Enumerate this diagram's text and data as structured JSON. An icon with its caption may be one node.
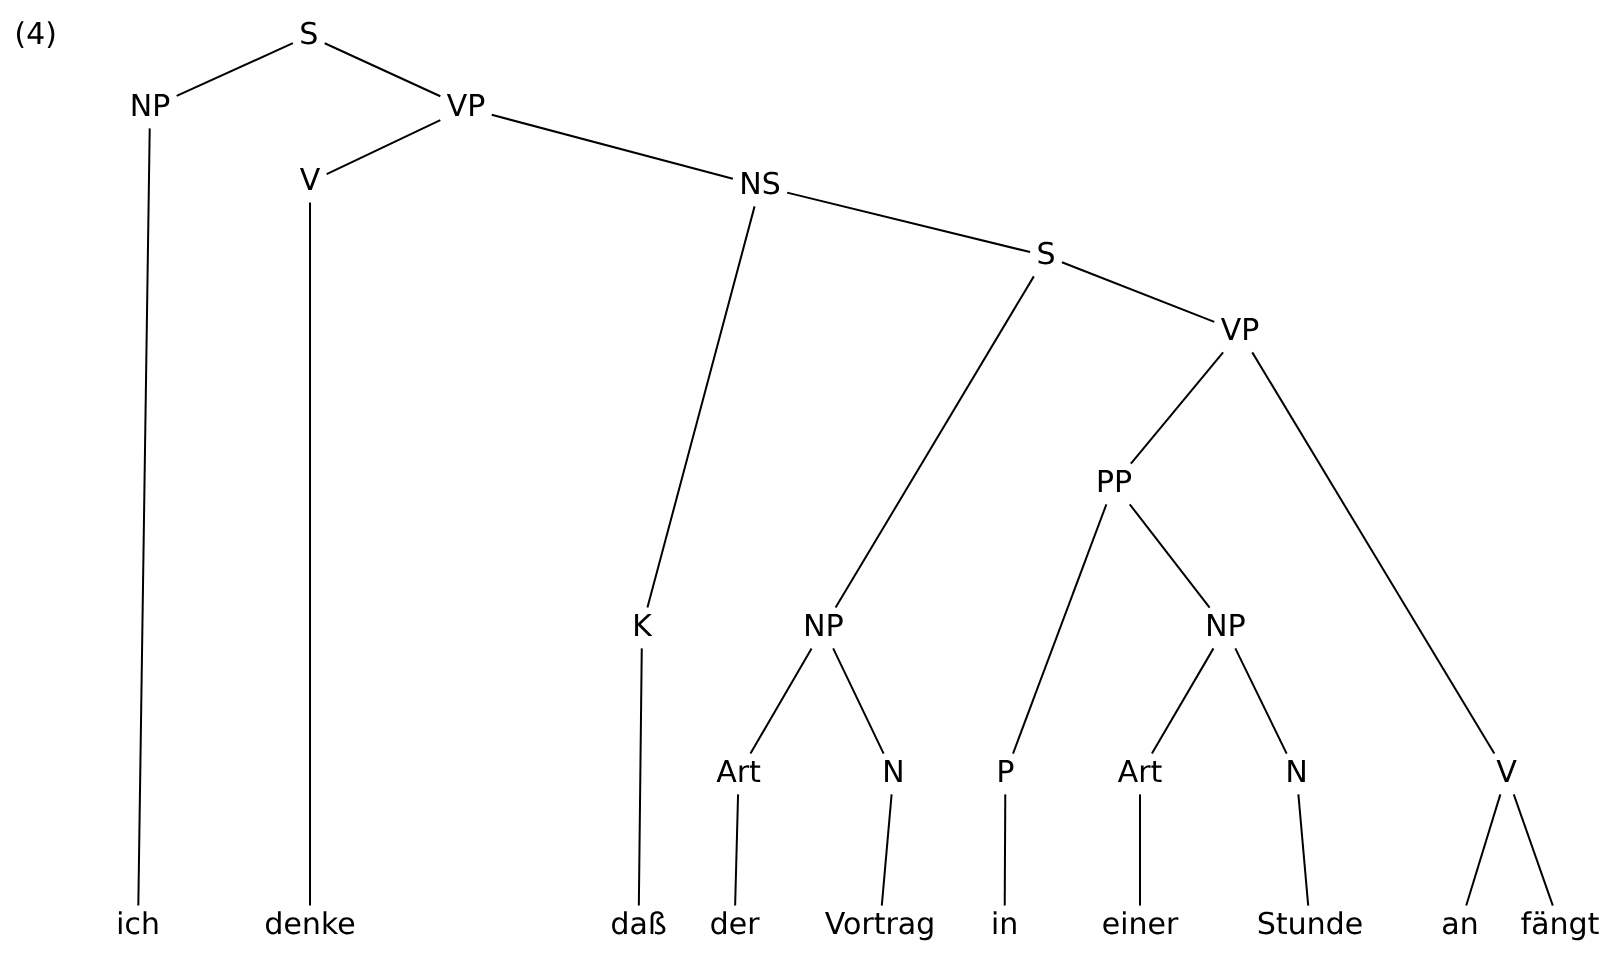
{
  "diagram": {
    "nodes": [
      {
        "text": [
          "S"
        ]
      },
      {
        "text": [
          "NP"
        ]
      },
      {
        "text": [
          "VP"
        ]
      },
      {
        "text": [
          "V"
        ]
      },
      {
        "text": [
          "NS"
        ]
      },
      {
        "text": [
          "S"
        ]
      },
      {
        "text": [
          "VP"
        ]
      },
      {
        "text": [
          "K"
        ]
      },
      {
        "text": [
          "NP"
        ]
      },
      {
        "text": [
          "PP"
        ]
      },
      {
        "text": [
          "NP"
        ]
      },
      {
        "text": [
          "Art"
        ]
      },
      {
        "text": [
          "N"
        ]
      },
      {
        "text": [
          "P"
        ]
      },
      {
        "text": [
          "Art"
        ]
      },
      {
        "text": [
          "N"
        ]
      },
      {
        "text": [
          "V"
        ]
      },
      {
        "text": [
          "ich"
        ]
      },
      {
        "text": [
          "denke"
        ]
      },
      {
        "text": [
          "daß"
        ]
      },
      {
        "text": [
          "der"
        ]
      },
      {
        "text": [
          "Vortrag"
        ]
      },
      {
        "text": [
          "in"
        ]
      },
      {
        "text": [
          "einer"
        ]
      },
      {
        "text": [
          "Stunde"
        ]
      },
      {
        "text": [
          "an"
        ]
      },
      {
        "text": [
          "fängt"
        ]
      }
    ],
    "edges": [
      {
        "from": 0,
        "to": 1,
        "arrow": "none"
      },
      {
        "from": 0,
        "to": 2,
        "arrow": "none"
      },
      {
        "from": 1,
        "to": 17,
        "arrow": "none"
      },
      {
        "from": 2,
        "to": 3,
        "arrow": "none"
      },
      {
        "from": 2,
        "to": 4,
        "arrow": "none"
      },
      {
        "from": 3,
        "to": 18,
        "arrow": "none"
      },
      {
        "from": 4,
        "to": 7,
        "arrow": "none"
      },
      {
        "from": 4,
        "to": 5,
        "arrow": "none"
      },
      {
        "from": 7,
        "to": 19,
        "arrow": "none"
      },
      {
        "from": 5,
        "to": 8,
        "arrow": "none"
      },
      {
        "from": 5,
        "to": 6,
        "arrow": "none"
      },
      {
        "from": 8,
        "to": 11,
        "arrow": "none"
      },
      {
        "from": 8,
        "to": 12,
        "arrow": "none"
      },
      {
        "from": 11,
        "to": 20,
        "arrow": "none"
      },
      {
        "from": 12,
        "to": 21,
        "arrow": "none"
      },
      {
        "from": 6,
        "to": 9,
        "arrow": "none"
      },
      {
        "from": 6,
        "to": 16,
        "arrow": "none"
      },
      {
        "from": 9,
        "to": 13,
        "arrow": "none"
      },
      {
        "from": 9,
        "to": 10,
        "arrow": "none"
      },
      {
        "from": 13,
        "to": 22,
        "arrow": "none"
      },
      {
        "from": 10,
        "to": 14,
        "arrow": "none"
      },
      {
        "from": 10,
        "to": 15,
        "arrow": "none"
      },
      {
        "from": 14,
        "to": 23,
        "arrow": "none"
      },
      {
        "from": 15,
        "to": 24,
        "arrow": "none"
      },
      {
        "from": 16,
        "to": 25,
        "arrow": "none"
      },
      {
        "from": 16,
        "to": 26,
        "arrow": "none"
      }
    ],
    "labels": [
      "(4)"
    ]
  }
}
